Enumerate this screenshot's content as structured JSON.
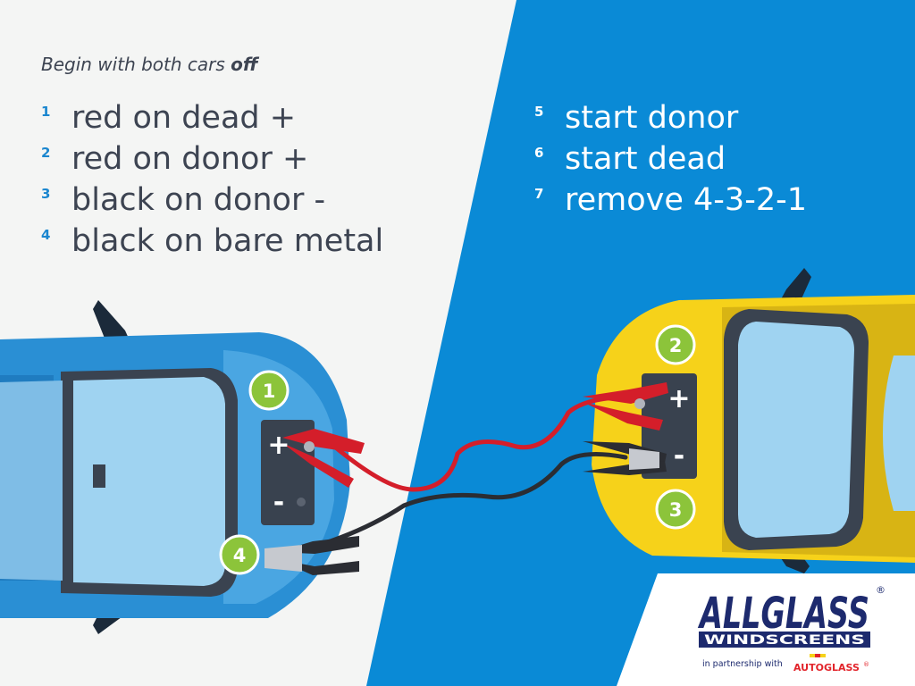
{
  "intro": {
    "prefix": "Begin with both cars ",
    "emphasis": "off"
  },
  "steps_left": [
    {
      "num": "1",
      "text": "red on dead +"
    },
    {
      "num": "2",
      "text": "red on donor +"
    },
    {
      "num": "3",
      "text": "black on donor -"
    },
    {
      "num": "4",
      "text": "black on bare metal"
    }
  ],
  "steps_right": [
    {
      "num": "5",
      "text": "start donor"
    },
    {
      "num": "6",
      "text": "start dead"
    },
    {
      "num": "7",
      "text": "remove 4-3-2-1"
    }
  ],
  "markers": {
    "m1": "1",
    "m2": "2",
    "m3": "3",
    "m4": "4"
  },
  "terminals": {
    "plus": "+",
    "minus": "-"
  },
  "logo": {
    "brand": "ALLGLASS",
    "sub": "WINDSCREENS",
    "reg": "®",
    "partner_prefix": "in partnership with",
    "partner": "AUTOGLASS",
    "partner_reg": "®"
  },
  "colors": {
    "bg_light": "#f4f5f4",
    "bg_blue": "#0a8ad6",
    "text_dark": "#3d4452",
    "step_num_blue": "#1a86cf",
    "dead_car_blue": "#2a8fd4",
    "donor_car_yellow": "#f6d21a",
    "marker_green": "#8cc43a",
    "cable_red": "#d41e2a",
    "cable_black": "#2b2d33",
    "logo_navy": "#1d2a6e",
    "autoglass_red": "#e2242b"
  }
}
